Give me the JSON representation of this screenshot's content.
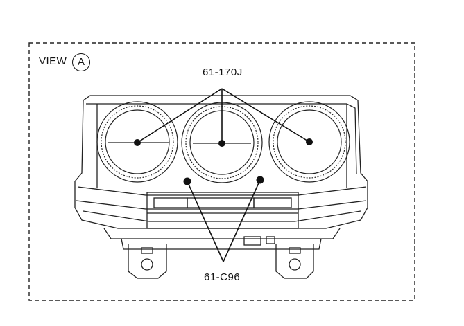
{
  "view": {
    "prefix": "VIEW",
    "letter": "A"
  },
  "callouts": [
    {
      "id": "top",
      "text": "61-170J"
    },
    {
      "id": "bottom",
      "text": "61-C96"
    }
  ],
  "colors": {
    "line": "#111111",
    "background": "#ffffff"
  }
}
